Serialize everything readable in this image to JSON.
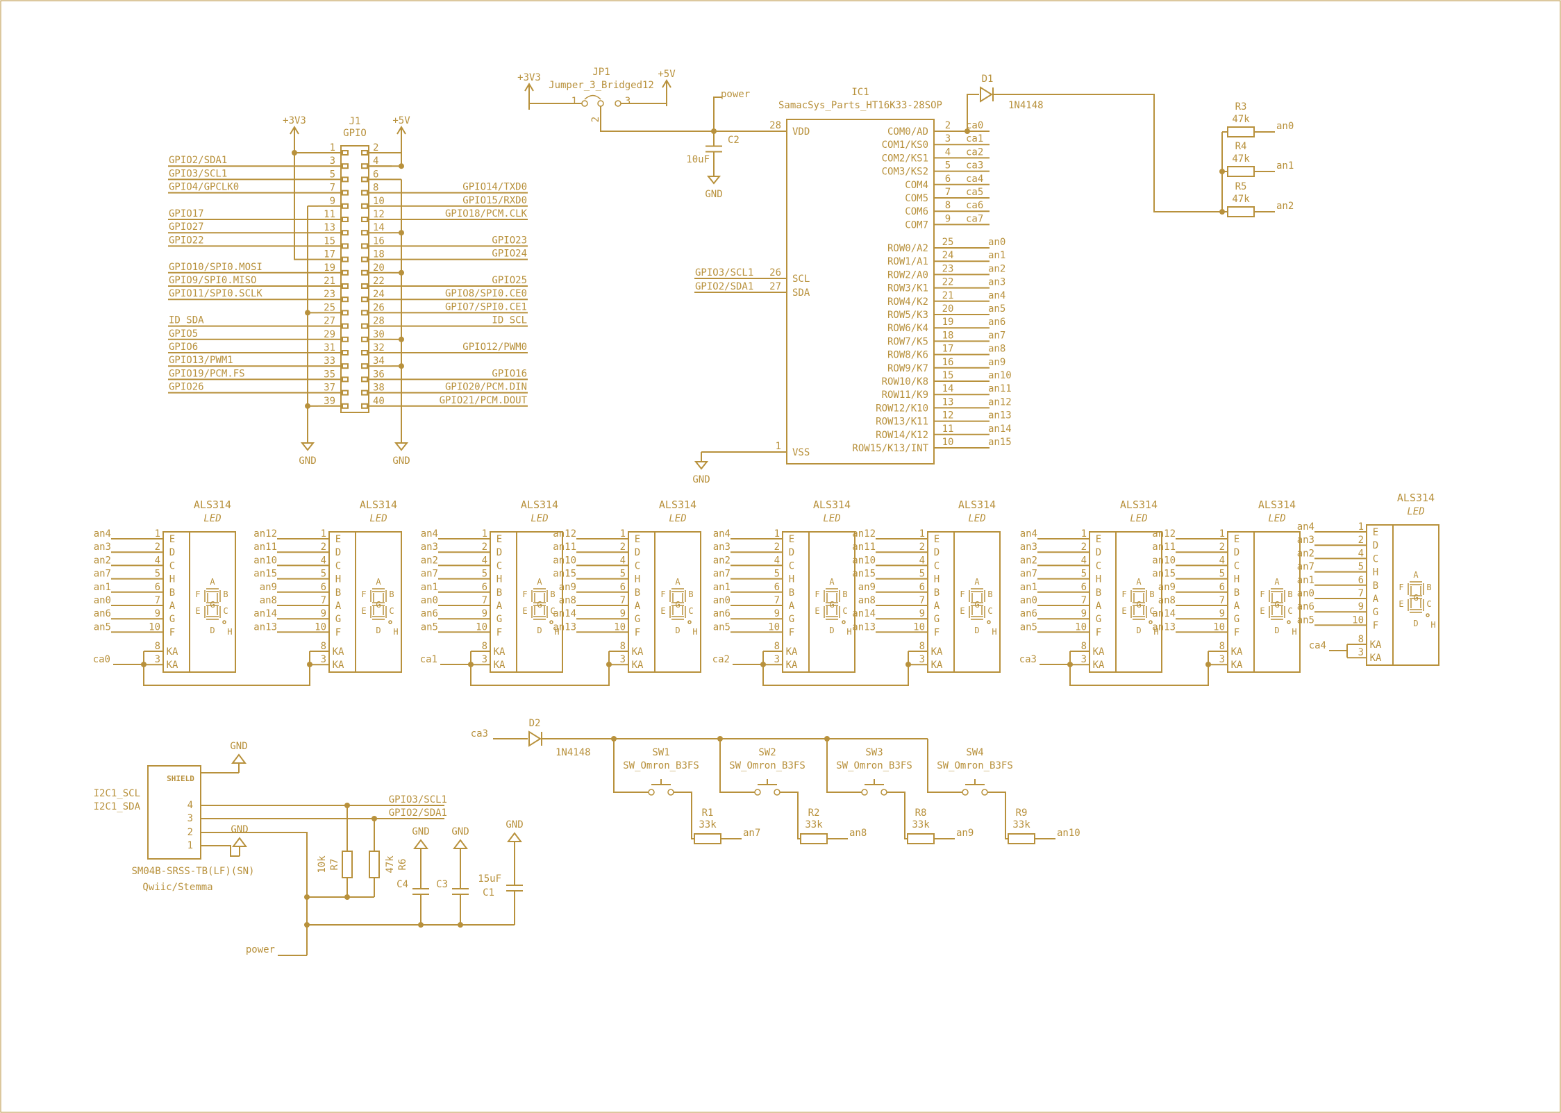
{
  "schematic": {
    "colors": {
      "ink": "#b8913c",
      "background": "#ffffff"
    },
    "power_labels": {
      "v33": "+3V3",
      "v5": "+5V",
      "gnd": "GND",
      "power": "power"
    },
    "jp1": {
      "ref": "JP1",
      "value": "Jumper_3_Bridged12",
      "pins": [
        "1",
        "2",
        "3"
      ]
    },
    "ic1": {
      "ref": "IC1",
      "value": "SamacSys_Parts_HT16K33-28SOP",
      "left_pins": [
        {
          "num": "28",
          "name": "VDD"
        },
        {
          "num": "26",
          "name": "SCL",
          "net": "GPIO3/SCL1"
        },
        {
          "num": "27",
          "name": "SDA",
          "net": "GPIO2/SDA1"
        },
        {
          "num": "1",
          "name": "VSS"
        }
      ],
      "right_pins": [
        {
          "num": "2",
          "name": "COM0/AD",
          "net": "ca0"
        },
        {
          "num": "3",
          "name": "COM1/KS0",
          "net": "ca1"
        },
        {
          "num": "4",
          "name": "COM2/KS1",
          "net": "ca2"
        },
        {
          "num": "5",
          "name": "COM3/KS2",
          "net": "ca3"
        },
        {
          "num": "6",
          "name": "COM4",
          "net": "ca4"
        },
        {
          "num": "7",
          "name": "COM5",
          "net": "ca5"
        },
        {
          "num": "8",
          "name": "COM6",
          "net": "ca6"
        },
        {
          "num": "9",
          "name": "COM7",
          "net": "ca7"
        },
        {
          "num": "25",
          "name": "ROW0/A2",
          "net": "an0"
        },
        {
          "num": "24",
          "name": "ROW1/A1",
          "net": "an1"
        },
        {
          "num": "23",
          "name": "ROW2/A0",
          "net": "an2"
        },
        {
          "num": "22",
          "name": "ROW3/K1",
          "net": "an3"
        },
        {
          "num": "21",
          "name": "ROW4/K2",
          "net": "an4"
        },
        {
          "num": "20",
          "name": "ROW5/K3",
          "net": "an5"
        },
        {
          "num": "19",
          "name": "ROW6/K4",
          "net": "an6"
        },
        {
          "num": "18",
          "name": "ROW7/K5",
          "net": "an7"
        },
        {
          "num": "17",
          "name": "ROW8/K6",
          "net": "an8"
        },
        {
          "num": "16",
          "name": "ROW9/K7",
          "net": "an9"
        },
        {
          "num": "15",
          "name": "ROW10/K8",
          "net": "an10"
        },
        {
          "num": "14",
          "name": "ROW11/K9",
          "net": "an11"
        },
        {
          "num": "13",
          "name": "ROW12/K10",
          "net": "an12"
        },
        {
          "num": "12",
          "name": "ROW13/K11",
          "net": "an13"
        },
        {
          "num": "11",
          "name": "ROW14/K12",
          "net": "an14"
        },
        {
          "num": "10",
          "name": "ROW15/K13/INT",
          "net": "an15"
        }
      ]
    },
    "c2": {
      "ref": "C2",
      "value": "10uF"
    },
    "d1": {
      "ref": "D1",
      "value": "1N4148"
    },
    "resistors_top": [
      {
        "ref": "R3",
        "value": "47k",
        "net": "an0"
      },
      {
        "ref": "R4",
        "value": "47k",
        "net": "an1"
      },
      {
        "ref": "R5",
        "value": "47k",
        "net": "an2"
      }
    ],
    "j1": {
      "ref": "J1",
      "value": "GPIO",
      "left_labels": [
        {
          "pin": "1",
          "label": ""
        },
        {
          "pin": "3",
          "label": "GPIO2/SDA1"
        },
        {
          "pin": "5",
          "label": "GPIO3/SCL1"
        },
        {
          "pin": "7",
          "label": "GPIO4/GPCLK0"
        },
        {
          "pin": "9",
          "label": ""
        },
        {
          "pin": "11",
          "label": "GPIO17"
        },
        {
          "pin": "13",
          "label": "GPIO27"
        },
        {
          "pin": "15",
          "label": "GPIO22"
        },
        {
          "pin": "17",
          "label": ""
        },
        {
          "pin": "19",
          "label": "GPIO10/SPI0.MOSI"
        },
        {
          "pin": "21",
          "label": "GPIO9/SPI0.MISO"
        },
        {
          "pin": "23",
          "label": "GPIO11/SPI0.SCLK"
        },
        {
          "pin": "25",
          "label": ""
        },
        {
          "pin": "27",
          "label": "ID_SDA"
        },
        {
          "pin": "29",
          "label": "GPIO5"
        },
        {
          "pin": "31",
          "label": "GPIO6"
        },
        {
          "pin": "33",
          "label": "GPIO13/PWM1"
        },
        {
          "pin": "35",
          "label": "GPIO19/PCM.FS"
        },
        {
          "pin": "37",
          "label": "GPIO26"
        },
        {
          "pin": "39",
          "label": ""
        }
      ],
      "right_labels": [
        {
          "pin": "2",
          "label": ""
        },
        {
          "pin": "4",
          "label": ""
        },
        {
          "pin": "6",
          "label": ""
        },
        {
          "pin": "8",
          "label": "GPIO14/TXD0"
        },
        {
          "pin": "10",
          "label": "GPIO15/RXD0"
        },
        {
          "pin": "12",
          "label": "GPIO18/PCM.CLK"
        },
        {
          "pin": "14",
          "label": ""
        },
        {
          "pin": "16",
          "label": "GPIO23"
        },
        {
          "pin": "18",
          "label": "GPIO24"
        },
        {
          "pin": "20",
          "label": ""
        },
        {
          "pin": "22",
          "label": "GPIO25"
        },
        {
          "pin": "24",
          "label": "GPIO8/SPI0.CE0"
        },
        {
          "pin": "26",
          "label": "GPIO7/SPI0.CE1"
        },
        {
          "pin": "28",
          "label": "ID_SCL"
        },
        {
          "pin": "30",
          "label": ""
        },
        {
          "pin": "32",
          "label": "GPIO12/PWM0"
        },
        {
          "pin": "34",
          "label": ""
        },
        {
          "pin": "36",
          "label": "GPIO16"
        },
        {
          "pin": "38",
          "label": "GPIO20/PCM.DIN"
        },
        {
          "pin": "40",
          "label": "GPIO21/PCM.DOUT"
        }
      ]
    },
    "led_part": "ALS314",
    "led_value": "LED",
    "seg_letters": [
      "E",
      "D",
      "C",
      "H",
      "B",
      "A",
      "G",
      "F"
    ],
    "seg_pins": [
      "1",
      "2",
      "4",
      "5",
      "6",
      "7",
      "9",
      "10"
    ],
    "ka_pins": [
      "8",
      "3"
    ],
    "ka_label": "KA",
    "digit_marks": [
      "A",
      "B",
      "C",
      "D",
      "E",
      "F",
      "G",
      "H"
    ],
    "led_groups": [
      {
        "ca": "ca0",
        "nets_a": [
          "an4",
          "an3",
          "an2",
          "an7",
          "an1",
          "an0",
          "an6",
          "an5"
        ],
        "nets_b": [
          "an12",
          "an11",
          "an10",
          "an15",
          "an9",
          "an8",
          "an14",
          "an13"
        ]
      },
      {
        "ca": "ca1",
        "nets_a": [
          "an4",
          "an3",
          "an2",
          "an7",
          "an1",
          "an0",
          "an6",
          "an5"
        ],
        "nets_b": [
          "an12",
          "an11",
          "an10",
          "an15",
          "an9",
          "an8",
          "an14",
          "an13"
        ]
      },
      {
        "ca": "ca2",
        "nets_a": [
          "an4",
          "an3",
          "an2",
          "an7",
          "an1",
          "an0",
          "an6",
          "an5"
        ],
        "nets_b": [
          "an12",
          "an11",
          "an10",
          "an15",
          "an9",
          "an8",
          "an14",
          "an13"
        ]
      },
      {
        "ca": "ca3",
        "nets_a": [
          "an4",
          "an3",
          "an2",
          "an7",
          "an1",
          "an0",
          "an6",
          "an5"
        ],
        "nets_b": [
          "an12",
          "an11",
          "an10",
          "an15",
          "an9",
          "an8",
          "an14",
          "an13"
        ]
      }
    ],
    "led_single": {
      "ca": "ca4",
      "nets": [
        "an4",
        "an3",
        "an2",
        "an7",
        "an1",
        "an0",
        "an6",
        "an5"
      ]
    },
    "qwiic": {
      "ref": "SM04B-SRSS-TB(LF)(SN)",
      "value": "Qwiic/Stemma",
      "shield": "SHIELD",
      "pins": [
        "4",
        "3",
        "2",
        "1"
      ],
      "side_labels": [
        "I2C1_SCL",
        "I2C1_SDA"
      ],
      "nets": [
        "GPIO3/SCL1",
        "GPIO2/SDA1"
      ]
    },
    "r7": {
      "ref": "R7",
      "value": "10k"
    },
    "r6": {
      "ref": "R6",
      "value": "47k"
    },
    "c4": {
      "ref": "C4"
    },
    "c3": {
      "ref": "C3"
    },
    "c1": {
      "ref": "C1",
      "value": "15uF"
    },
    "d2": {
      "ref": "D2",
      "value": "1N4148",
      "net": "ca3"
    },
    "switches": [
      {
        "ref": "SW1",
        "value": "SW_Omron_B3FS",
        "r_ref": "R1",
        "r_value": "33k",
        "net": "an7"
      },
      {
        "ref": "SW2",
        "value": "SW_Omron_B3FS",
        "r_ref": "R2",
        "r_value": "33k",
        "net": "an8"
      },
      {
        "ref": "SW3",
        "value": "SW_Omron_B3FS",
        "r_ref": "R8",
        "r_value": "33k",
        "net": "an9"
      },
      {
        "ref": "SW4",
        "value": "SW_Omron_B3FS",
        "r_ref": "R9",
        "r_value": "33k",
        "net": "an10"
      }
    ]
  }
}
